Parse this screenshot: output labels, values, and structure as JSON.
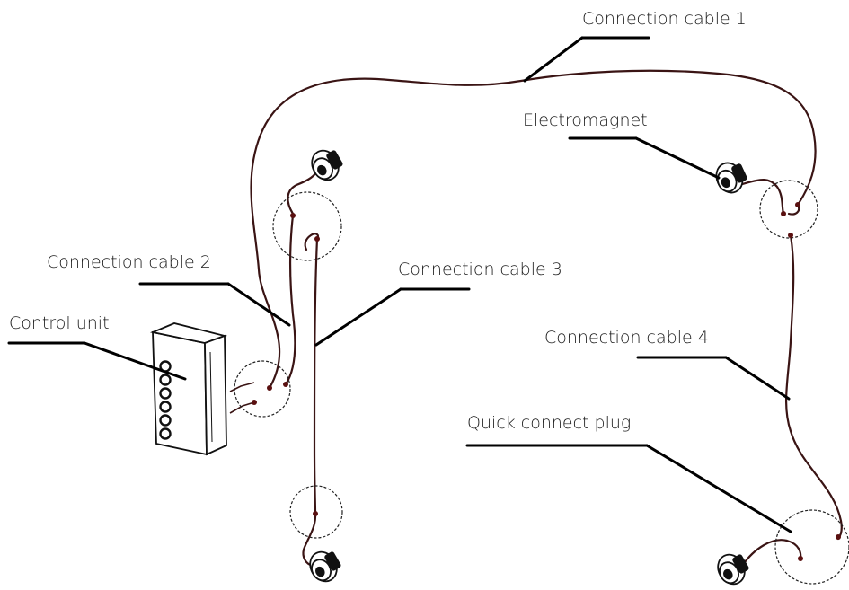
{
  "labels": {
    "connection_cable_1": "Connection cable 1",
    "electromagnet": "Electromagnet",
    "connection_cable_2": "Connection cable 2",
    "connection_cable_3": "Connection cable 3",
    "control_unit": "Control unit",
    "connection_cable_4": "Connection cable 4",
    "quick_connect_plug": "Quick connect plug"
  },
  "colors": {
    "cable": "#3a1414",
    "leader": "#000000",
    "background": "#ffffff"
  },
  "icons": {
    "electromagnet": "electromagnet-icon",
    "control_unit": "control-unit-icon"
  }
}
